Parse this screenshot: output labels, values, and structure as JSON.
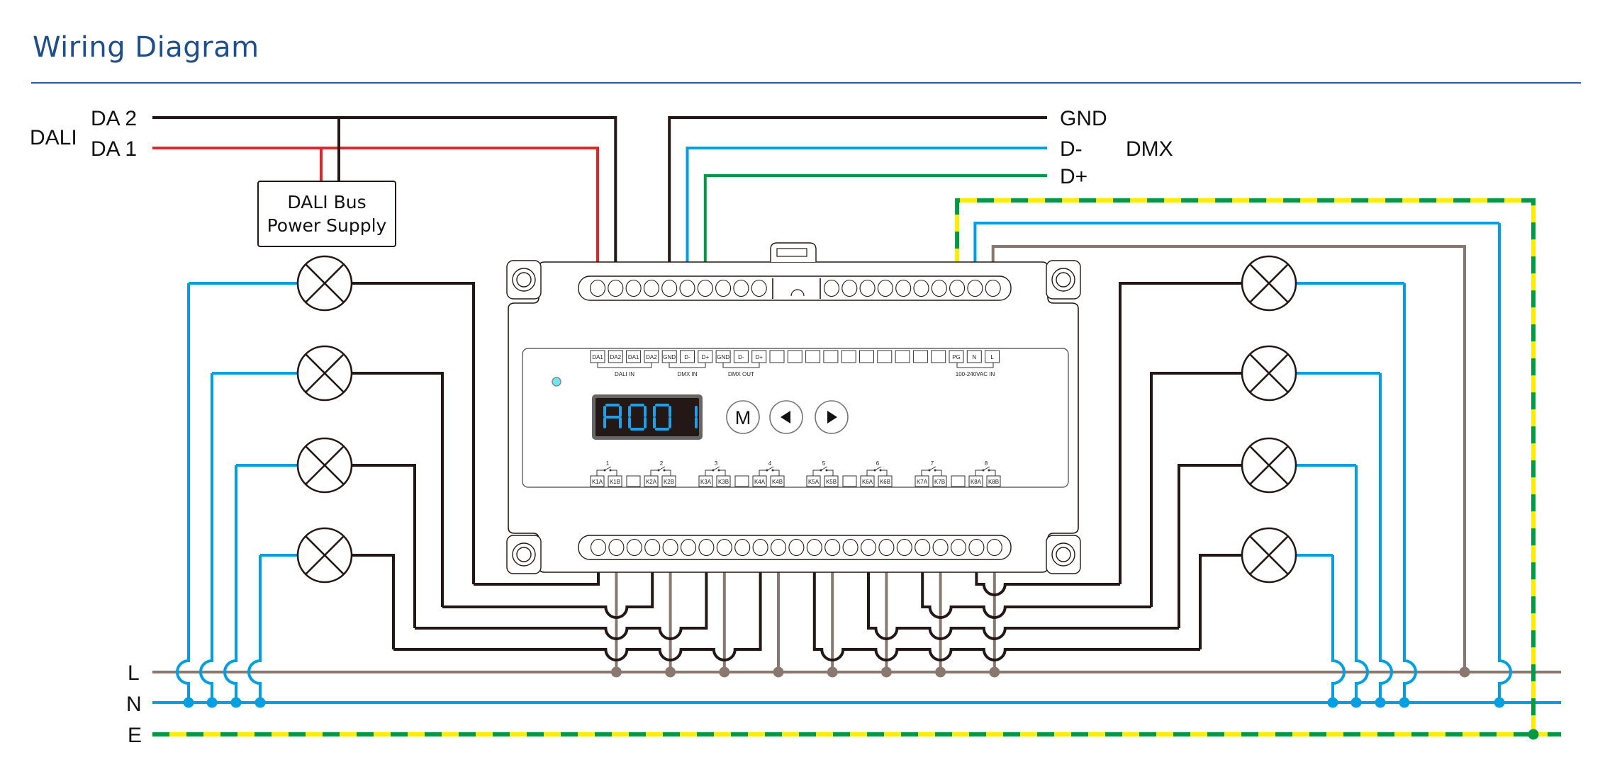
{
  "title": "Wiring Diagram",
  "colors": {
    "title": "#1f4e8f",
    "black_wire": "#231815",
    "red_wire": "#e1262a",
    "blue_wire": "#009fe3",
    "green_wire": "#009a44",
    "gray_wire": "#897870",
    "earth_yellow": "#ffed00",
    "earth_green": "#009a44",
    "display_bg": "#231815",
    "display_digits": "#1fa0e8",
    "status_led": "#6ee6f0"
  },
  "dali": {
    "group_label": "DALI",
    "lines": [
      {
        "id": "da2",
        "label": "DA 2",
        "color": "black"
      },
      {
        "id": "da1",
        "label": "DA 1",
        "color": "red"
      }
    ],
    "power_supply": {
      "line1": "DALI Bus",
      "line2": "Power Supply"
    }
  },
  "dmx": {
    "group_label": "DMX",
    "lines": [
      {
        "id": "gnd",
        "label": "GND",
        "color": "black"
      },
      {
        "id": "dminus",
        "label": "D-",
        "color": "blue"
      },
      {
        "id": "dplus",
        "label": "D+",
        "color": "green"
      }
    ]
  },
  "mains": {
    "lines": [
      {
        "id": "L",
        "label": "L",
        "color": "gray"
      },
      {
        "id": "N",
        "label": "N",
        "color": "blue"
      },
      {
        "id": "E",
        "label": "E",
        "color": "earth"
      }
    ]
  },
  "device": {
    "terminal_labels": [
      "DA1",
      "DA2",
      "DA1",
      "DA2",
      "GND",
      "D-",
      "D+",
      "GND",
      "D-",
      "D+",
      "",
      "",
      "",
      "",
      "",
      "",
      "",
      "",
      "",
      "",
      "PG",
      "N",
      "L"
    ],
    "terminal_groups": [
      {
        "label": "DALI IN"
      },
      {
        "label": "DMX IN"
      },
      {
        "label": "DMX OUT"
      },
      {
        "label": "100-240VAC IN"
      }
    ],
    "display_value": "A001",
    "buttons": [
      {
        "id": "menu",
        "label": "M",
        "icon": "m-letter"
      },
      {
        "id": "left",
        "label": "",
        "icon": "triangle-left-icon"
      },
      {
        "id": "right",
        "label": "",
        "icon": "triangle-right-icon"
      }
    ],
    "relays": [
      {
        "num": "1",
        "a": "K1A",
        "b": "K1B"
      },
      {
        "num": "2",
        "a": "K2A",
        "b": "K2B"
      },
      {
        "num": "3",
        "a": "K3A",
        "b": "K3B"
      },
      {
        "num": "4",
        "a": "K4A",
        "b": "K4B"
      },
      {
        "num": "5",
        "a": "K5A",
        "b": "K5B"
      },
      {
        "num": "6",
        "a": "K6A",
        "b": "K6B"
      },
      {
        "num": "7",
        "a": "K7A",
        "b": "K7B"
      },
      {
        "num": "8",
        "a": "K8A",
        "b": "K8B"
      }
    ],
    "top_terminal_count_left": 10,
    "top_terminal_count_right": 10,
    "bottom_terminal_count": 23
  },
  "lamps": {
    "left_count": 4,
    "right_count": 4
  }
}
